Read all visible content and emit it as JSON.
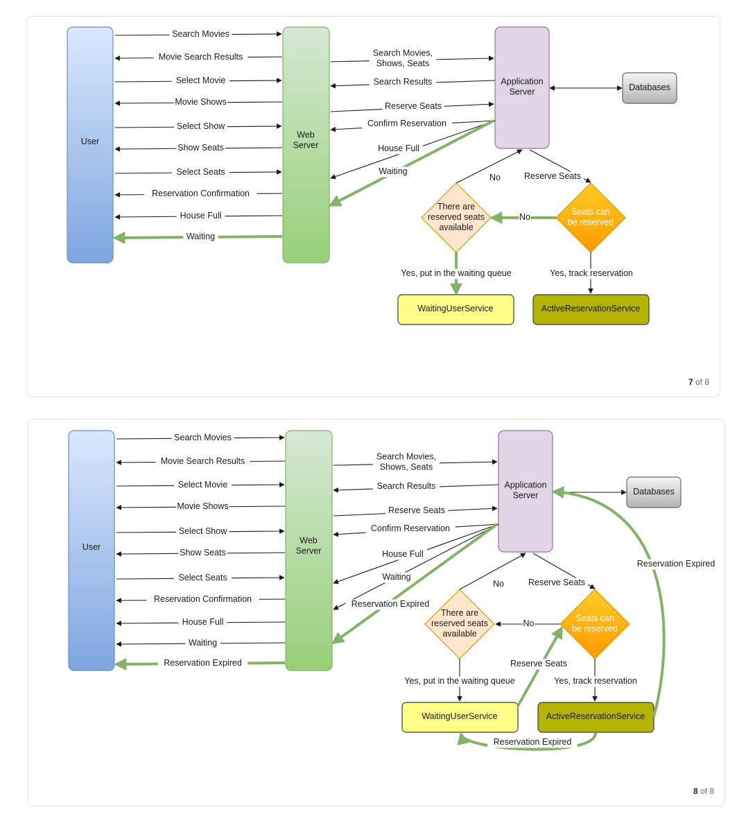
{
  "slides": [
    {
      "nodes": {
        "user": "User",
        "web_server": "Web\nServer",
        "app_server": "Application\nServer",
        "databases": "Databases",
        "reserved_available": "There are\nreserved seats\navailable",
        "seats_can_be_reserved": "Seats can\nbe reserved",
        "waiting_user_service": "WaitingUserService",
        "active_reservation_service": "ActiveReservationService"
      },
      "user_web_messages": [
        "Search Movies",
        "Movie Search Results",
        "Select Movie",
        "Movie Shows",
        "Select Show",
        "Show Seats",
        "Select Seats",
        "Reservation Confirmation",
        "House Full",
        "Waiting"
      ],
      "web_app_messages": [
        "Search Movies,\nShows, Seats",
        "Search Results",
        "Reserve Seats",
        "Confirm Reservation",
        "House Full",
        "Waiting"
      ],
      "flow_labels": {
        "no_up": "No",
        "reserve_seats": "Reserve Seats",
        "no_left": "No",
        "yes_waiting": "Yes, put in the waiting queue",
        "yes_track": "Yes, track reservation"
      },
      "page": {
        "current": "7",
        "of": "of 8"
      }
    },
    {
      "nodes": {
        "user": "User",
        "web_server": "Web\nServer",
        "app_server": "Application\nServer",
        "databases": "Databases",
        "reserved_available": "There are\nreserved seats\navailable",
        "seats_can_be_reserved": "Seats can\nbe reserved",
        "waiting_user_service": "WaitingUserService",
        "active_reservation_service": "ActiveReservationService"
      },
      "user_web_messages": [
        "Search Movies",
        "Movie Search Results",
        "Select Movie",
        "Movie Shows",
        "Select Show",
        "Show Seats",
        "Select Seats",
        "Reservation Confirmation",
        "House Full",
        "Waiting",
        "Reservation Expired"
      ],
      "web_app_messages": [
        "Search Movies,\nShows, Seats",
        "Search Results",
        "Reserve Seats",
        "Confirm Reservation",
        "House Full",
        "Waiting",
        "Reservation Expired"
      ],
      "flow_labels": {
        "no_up": "No",
        "reserve_seats": "Reserve Seats",
        "no_left": "No",
        "yes_waiting": "Yes, put in the waiting queue",
        "yes_track": "Yes, track reservation",
        "reserve_seats_from_waiting": "Reserve Seats",
        "reservation_expired_to_app": "Reservation Expired",
        "reservation_expired_to_waiting": "Reservation Expired"
      },
      "page": {
        "current": "8",
        "of": "of 8"
      }
    }
  ],
  "colors": {
    "arrow": "#1a1a1a",
    "green_arrow": "#82b366",
    "user_fill_top": "#dae8fc",
    "user_fill_bottom": "#7ea6e0",
    "web_fill_top": "#d5e8d4",
    "web_fill_bottom": "#97d077",
    "app_fill": "#e1d5e7",
    "app_stroke": "#9673a6",
    "db_fill": "#dddddd",
    "diamond1_fill": "#ffe6cc",
    "diamond1_stroke": "#d79b00",
    "diamond2_fill": "#ffa500",
    "waiting_fill": "#ffff88",
    "active_fill": "#b3b300"
  }
}
